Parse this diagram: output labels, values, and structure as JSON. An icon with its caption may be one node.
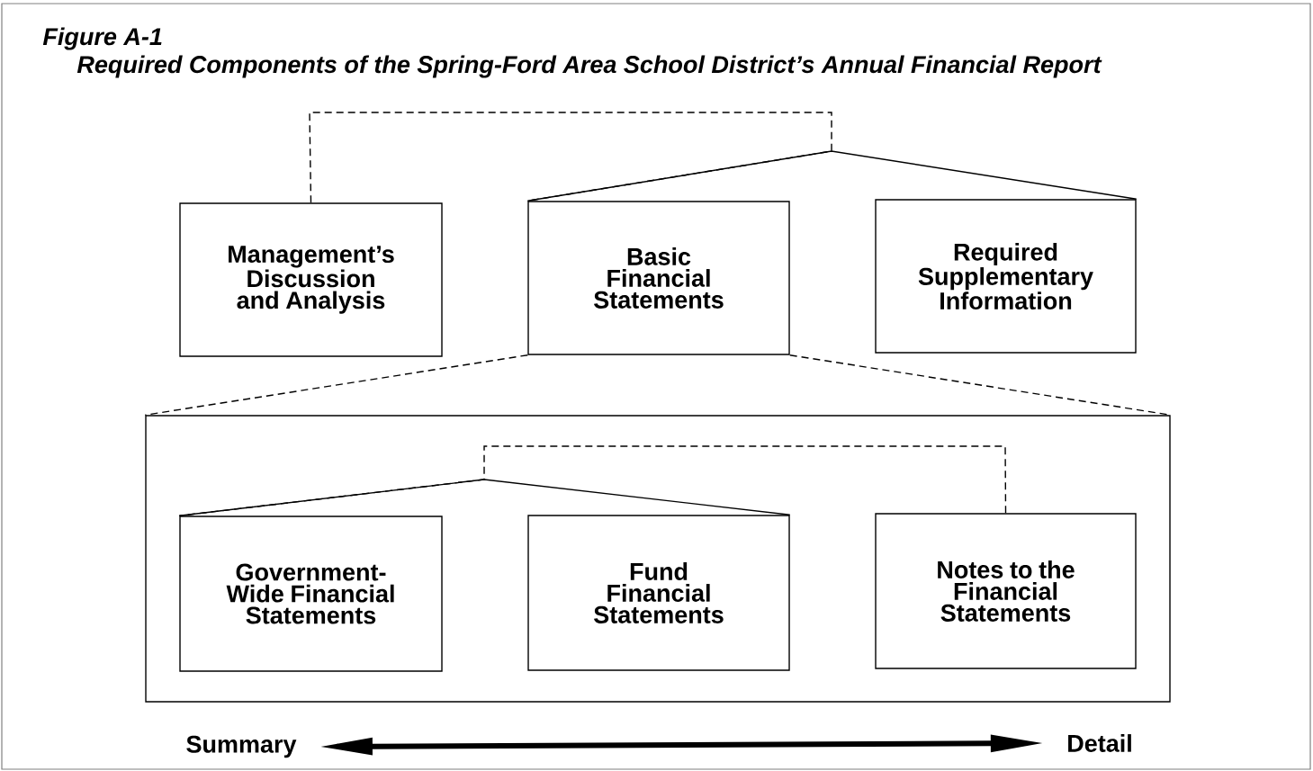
{
  "diagram": {
    "title": "Required Components of the Spring-Ford Area School District’s Annual Financial Report",
    "nodes": [
      {
        "text": [
          "Management’s Discussion and Analysis"
        ]
      },
      {
        "text": [
          "Basic Financial Statements"
        ]
      },
      {
        "text": [
          "Required Supplementary Information"
        ]
      },
      {
        "text": [],
        "shape": "box"
      },
      {
        "text": [
          "Government-Wide Financial Statements"
        ],
        "in": 3
      },
      {
        "text": [
          "Fund Financial Statements"
        ],
        "in": 3
      },
      {
        "text": [
          "Notes to the Financial Statements"
        ],
        "in": 3
      },
      {
        "text": [
          "Summary"
        ]
      },
      {
        "text": [
          "Detail"
        ]
      }
    ],
    "edges": [
      {
        "from": 1,
        "to": 2,
        "arrow": "none"
      },
      {
        "from": 0,
        "to": 1,
        "arrow": "none",
        "style": "dashed"
      },
      {
        "from": 1,
        "to": 3,
        "arrow": "none",
        "style": "dashed"
      },
      {
        "from": 1,
        "to": 3,
        "arrow": "none",
        "style": "dashed"
      },
      {
        "from": 4,
        "to": 5,
        "arrow": "none"
      },
      {
        "from": 6,
        "to": 4,
        "arrow": "none",
        "style": "dashed"
      },
      {
        "from": 7,
        "to": 8,
        "arrow": "both",
        "style": "thick"
      }
    ],
    "labels": [
      "Figure A-1"
    ]
  }
}
